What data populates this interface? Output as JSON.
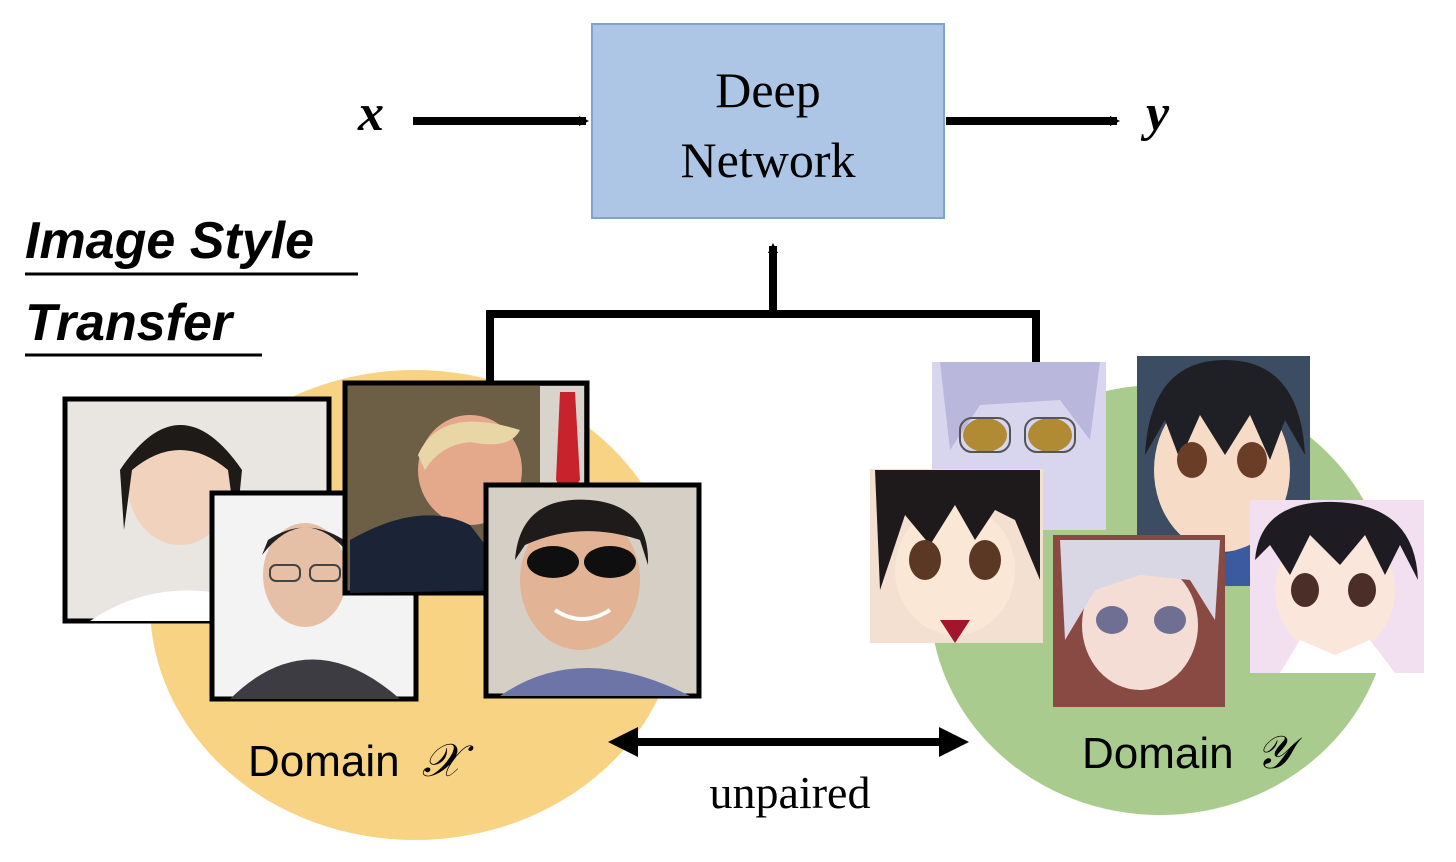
{
  "title_line1": "Image Style",
  "title_line2": "Transfer",
  "network": {
    "label_line1": "Deep",
    "label_line2": "Network"
  },
  "input_symbol": "x",
  "output_symbol": "y",
  "domain_x": {
    "label": "Domain",
    "symbol": "𝒳"
  },
  "domain_y": {
    "label": "Domain",
    "symbol": "𝒴"
  },
  "relation_label": "unpaired",
  "colors": {
    "network_fill": "#aec6e6",
    "network_stroke": "#7fa4d4",
    "domain_x_fill": "#f7d383",
    "domain_y_fill": "#a9cc8e",
    "arrow": "#000000"
  },
  "icons": {
    "real_face_photo": "human-face-photo",
    "anime_face_image": "anime-face-image"
  }
}
